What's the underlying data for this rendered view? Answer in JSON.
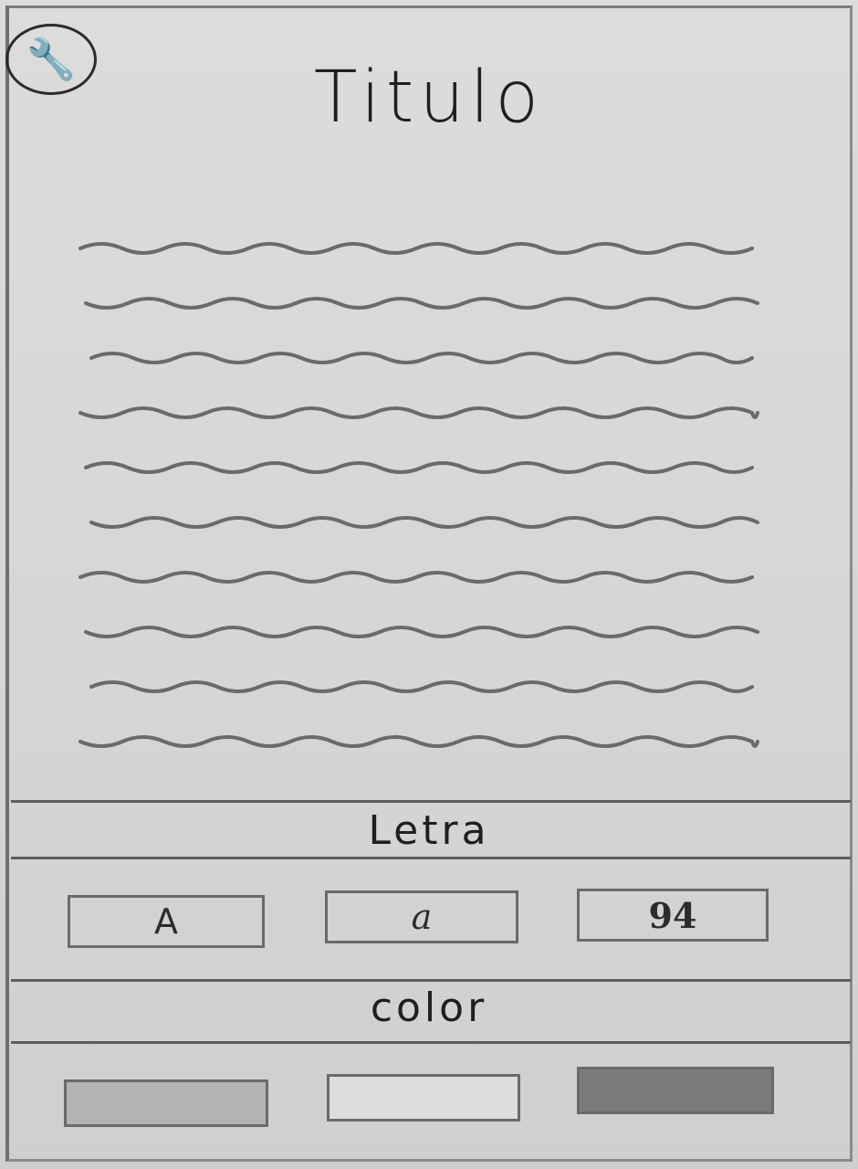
{
  "header": {
    "settings_icon": "wrench-icon",
    "title": "Titulo"
  },
  "content": {
    "text_placeholder_lines": 10
  },
  "letra": {
    "label": "Letra",
    "options": [
      {
        "label": "A"
      },
      {
        "label": "a"
      },
      {
        "label": "94"
      }
    ]
  },
  "color": {
    "label": "color",
    "swatches": [
      {
        "name": "light-gray",
        "hex": "#b3b3b1"
      },
      {
        "name": "white",
        "hex": "#dddddb"
      },
      {
        "name": "dark-gray",
        "hex": "#7b7b7b"
      }
    ]
  }
}
